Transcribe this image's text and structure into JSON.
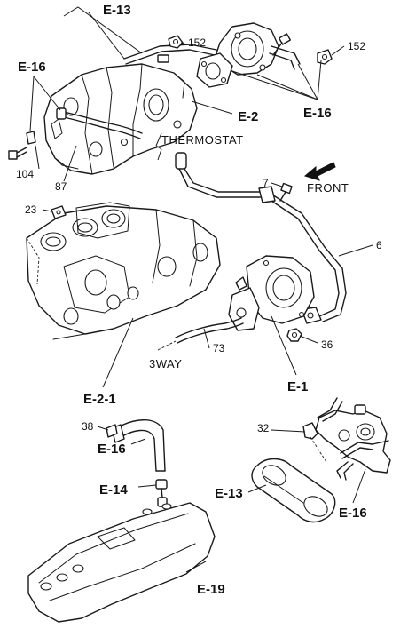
{
  "labels": {
    "e13_top": "E-13",
    "p152_left": "152",
    "p152_right": "152",
    "e16_topleft": "E-16",
    "e2": "E-2",
    "e16_right": "E-16",
    "thermostat": "THERMOSTAT",
    "p104": "104",
    "p87": "87",
    "p7": "7",
    "front": "FRONT",
    "p23": "23",
    "p6": "6",
    "p36": "36",
    "p73": "73",
    "threeway": "3WAY",
    "e1": "E-1",
    "e21": "E-2-1",
    "p38": "38",
    "e16_mid": "E-16",
    "p32": "32",
    "e14": "E-14",
    "e13_bottom": "E-13",
    "e16_bottom": "E-16",
    "e19": "E-19"
  }
}
